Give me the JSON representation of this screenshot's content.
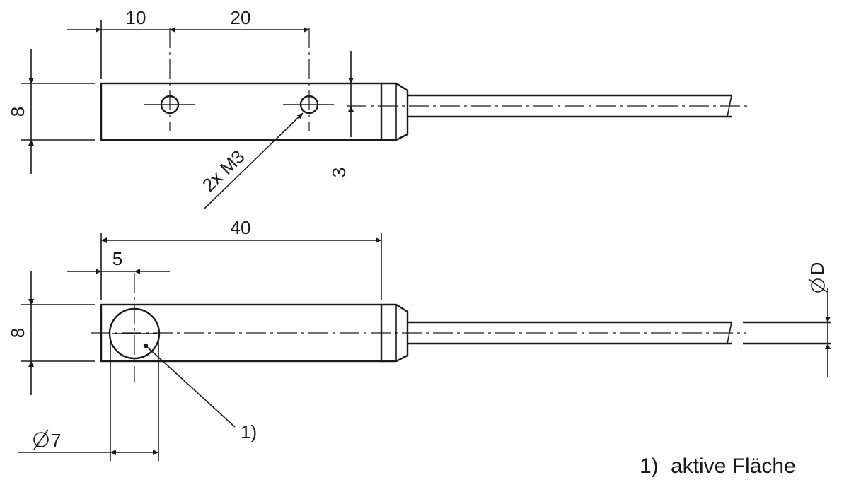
{
  "dimensions": {
    "top_hole_offset": "10",
    "hole_spacing": "20",
    "top_height": "8",
    "thread": "2x M3",
    "hole_offset_vertical": "3",
    "length": "40",
    "active_offset": "5",
    "bottom_height": "8",
    "cable_diameter": "D",
    "active_diameter": "7"
  },
  "callout_marker": "1)",
  "legend": {
    "marker": "1)",
    "text": "aktive Fläche"
  },
  "symbols": {
    "diameter_symbol": "diameter-sign"
  }
}
